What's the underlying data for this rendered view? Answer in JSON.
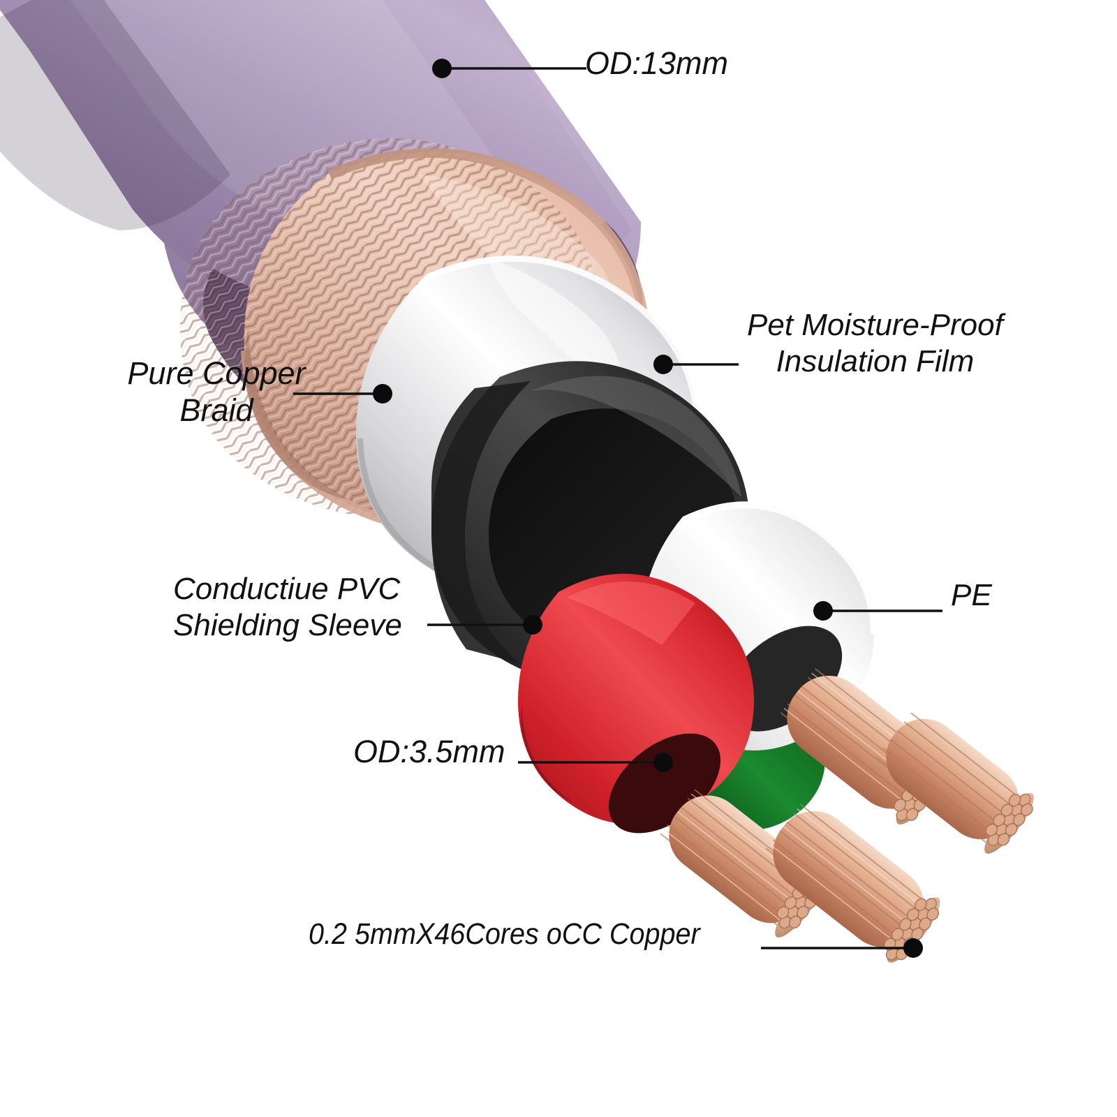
{
  "diagram": {
    "subject": "shielded multi-core audio cable cutaway",
    "background_color": "#ffffff",
    "leader_color": "#111111"
  },
  "callouts": [
    {
      "id": "od-outer",
      "label": "OD:13mm",
      "dot": [
        633,
        98
      ],
      "line_to": [
        840,
        98
      ],
      "align": "left"
    },
    {
      "id": "pet-film",
      "label": "Pet Moisture-Proof\nInsulation Film",
      "dot": [
        950,
        522
      ],
      "line_to": [
        1058,
        522
      ],
      "align": "center"
    },
    {
      "id": "copper-braid",
      "label": "Pure Copper\nBraid",
      "dot": [
        548,
        564
      ],
      "line_to": [
        420,
        564
      ],
      "align": "center"
    },
    {
      "id": "pvc-sleeve",
      "label": "Conductiue PVC\nShielding Sleeve",
      "dot": [
        763,
        895
      ],
      "line_to": [
        612,
        895
      ],
      "align": "left"
    },
    {
      "id": "pe-core",
      "label": "PE",
      "dot": [
        1179,
        875
      ],
      "line_to": [
        1350,
        875
      ],
      "align": "left"
    },
    {
      "id": "od-inner",
      "label": "OD:3.5mm",
      "dot": [
        950,
        1092
      ],
      "line_to": [
        742,
        1092
      ],
      "align": "left"
    },
    {
      "id": "occ-copper",
      "label": "0.2 5mmX46Cores oCC Copper",
      "dot": [
        1308,
        1358
      ],
      "line_to": [
        1090,
        1358
      ],
      "align": "left"
    }
  ],
  "layers": [
    {
      "name": "outer-jacket",
      "material": "PVC jacket",
      "color": "#8d7a9c"
    },
    {
      "name": "jacket-cut-edge",
      "material": "jacket wall",
      "color": "#584364"
    },
    {
      "name": "copper-braid",
      "material": "pure copper braid",
      "color": "#d9b3a4"
    },
    {
      "name": "pet-film",
      "material": "PET moisture film",
      "color": "#e9e9ea"
    },
    {
      "name": "pvc-shield",
      "material": "conductive PVC sleeve",
      "color": "#2b2b2b"
    },
    {
      "name": "conductor-red",
      "material": "red PE conductor",
      "color": "#d9232c"
    },
    {
      "name": "conductor-white",
      "material": "white PE conductor",
      "color": "#f2f2f2"
    },
    {
      "name": "conductor-green",
      "material": "green PE conductor",
      "color": "#157a2a"
    },
    {
      "name": "occ-strands",
      "material": "OCC copper strands",
      "color": "#d79b7e"
    }
  ]
}
